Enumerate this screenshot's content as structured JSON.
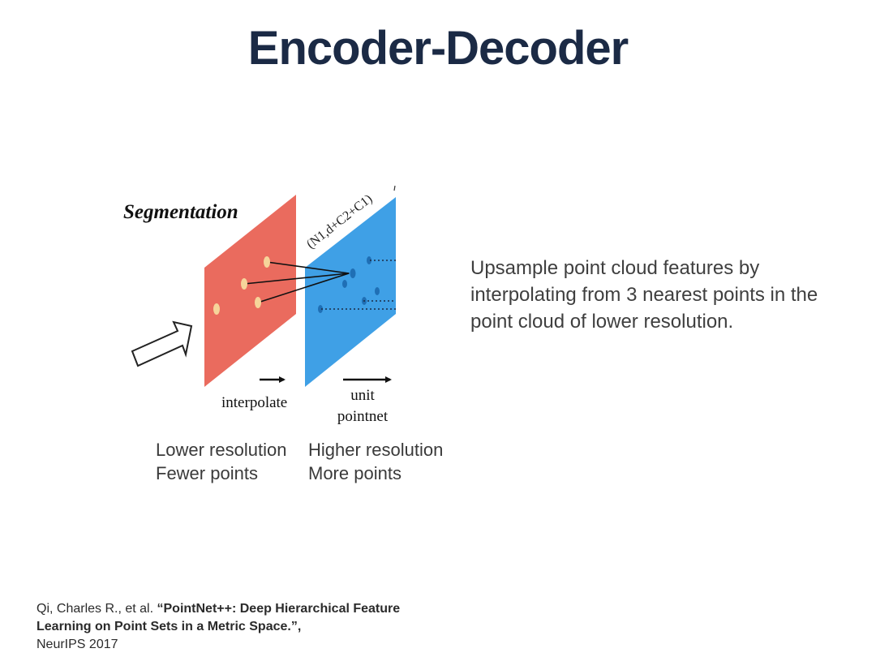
{
  "slide": {
    "title": "Encoder-Decoder",
    "description": "Upsample point cloud features by interpolating from 3 nearest points in the point cloud of lower resolution."
  },
  "figure": {
    "heading": "Segmentation",
    "feature_label": "(N1,d+C2+C1)",
    "arrow_label_left": "interpolate",
    "arrow_label_right_line1": "unit",
    "arrow_label_right_line2": "pointnet",
    "colors": {
      "lower_plane": "#ea6b5e",
      "higher_plane": "#3fa0e6",
      "lower_point": "#f6d49a",
      "higher_point": "#1f6fb5"
    }
  },
  "captions": {
    "left_line1": "Lower resolution",
    "left_line2": "Fewer points",
    "right_line1": "Higher resolution",
    "right_line2": "More points"
  },
  "citation": {
    "authors": "Qi, Charles R., et al. ",
    "open_quote": "“",
    "paper_title": "PointNet++: Deep Hierarchical Feature Learning on Point Sets in a Metric Space.",
    "close_quote": "”,",
    "venue": "NeurIPS 2017"
  }
}
